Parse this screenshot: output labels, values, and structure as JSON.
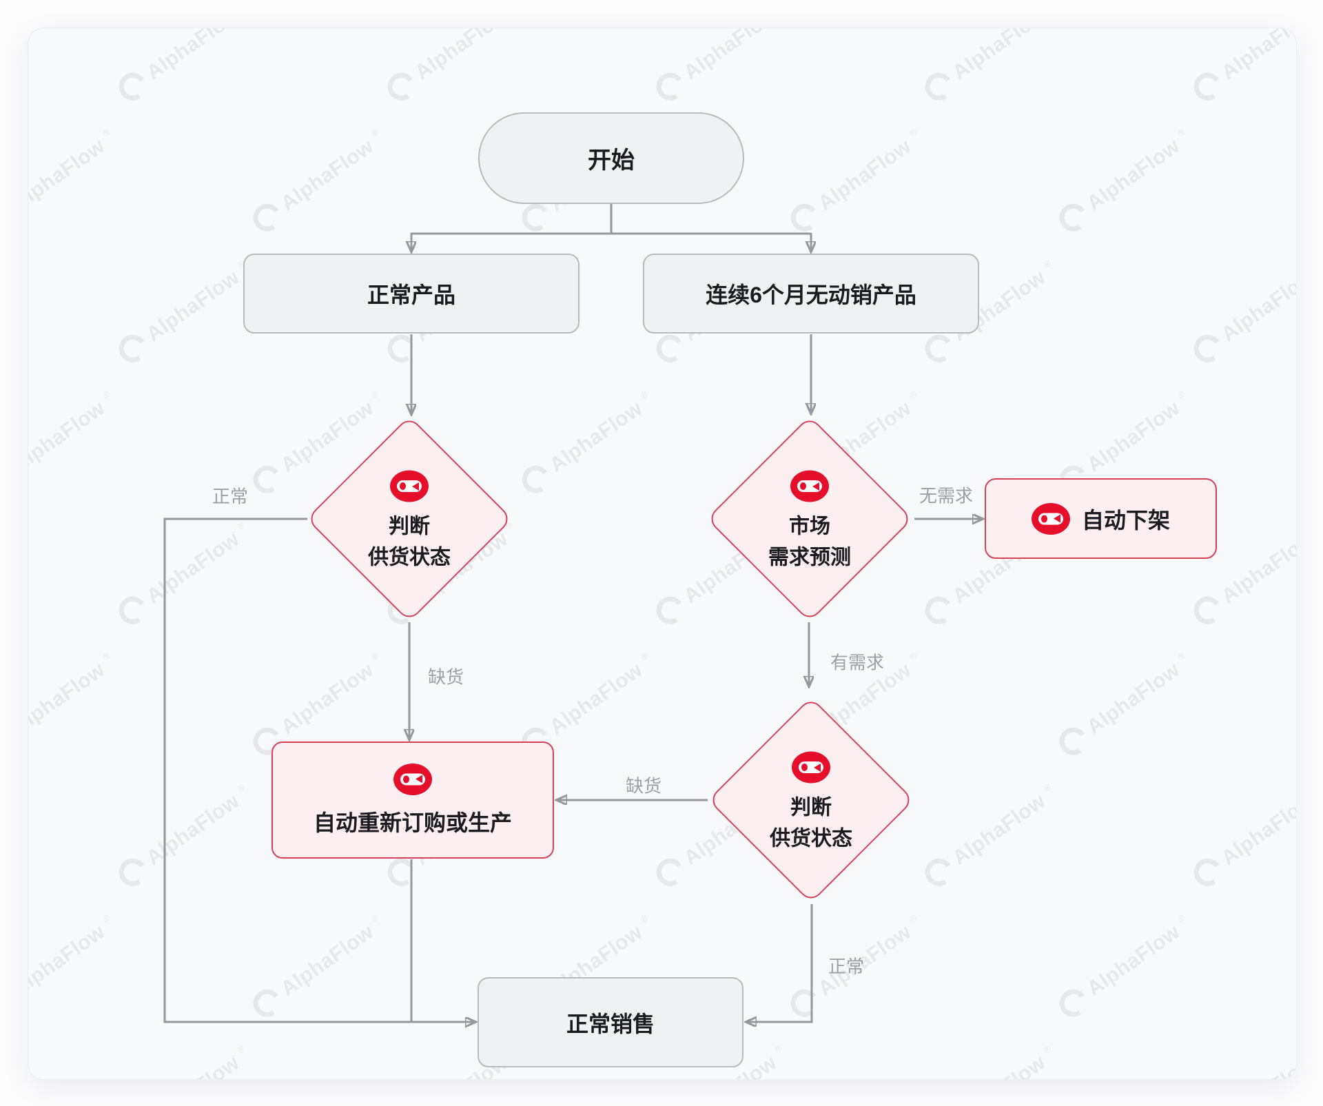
{
  "watermark": {
    "text": "AlphaFlow",
    "mark": "®"
  },
  "colors": {
    "accent_red": "#E60F2B",
    "node_border_red": "#D64058",
    "node_fill_pink": "#FCEFF2",
    "node_fill_gray": "#F0F1F3",
    "node_border_gray": "#B6B9BD",
    "edge_gray": "#94989D",
    "edge_label_gray": "#9AA0A6",
    "text_black": "#1A1B1E",
    "card_bg": "#F8F9FB"
  },
  "nodes": {
    "start": {
      "label": "开始"
    },
    "normal_product": {
      "label": "正常产品"
    },
    "no_sale_product": {
      "label": "连续6个月无动销产品"
    },
    "judge_supply_left": {
      "line1": "判断",
      "line2": "供货状态"
    },
    "market_forecast": {
      "line1": "市场",
      "line2": "需求预测"
    },
    "auto_delist": {
      "label": "自动下架"
    },
    "auto_reorder": {
      "label": "自动重新订购或生产"
    },
    "judge_supply_right": {
      "line1": "判断",
      "line2": "供货状态"
    },
    "normal_sale": {
      "label": "正常销售"
    }
  },
  "edge_labels": {
    "normal_left": "正常",
    "shortage_left": "缺货",
    "no_demand": "无需求",
    "has_demand": "有需求",
    "shortage_right": "缺货",
    "normal_right": "正常"
  }
}
